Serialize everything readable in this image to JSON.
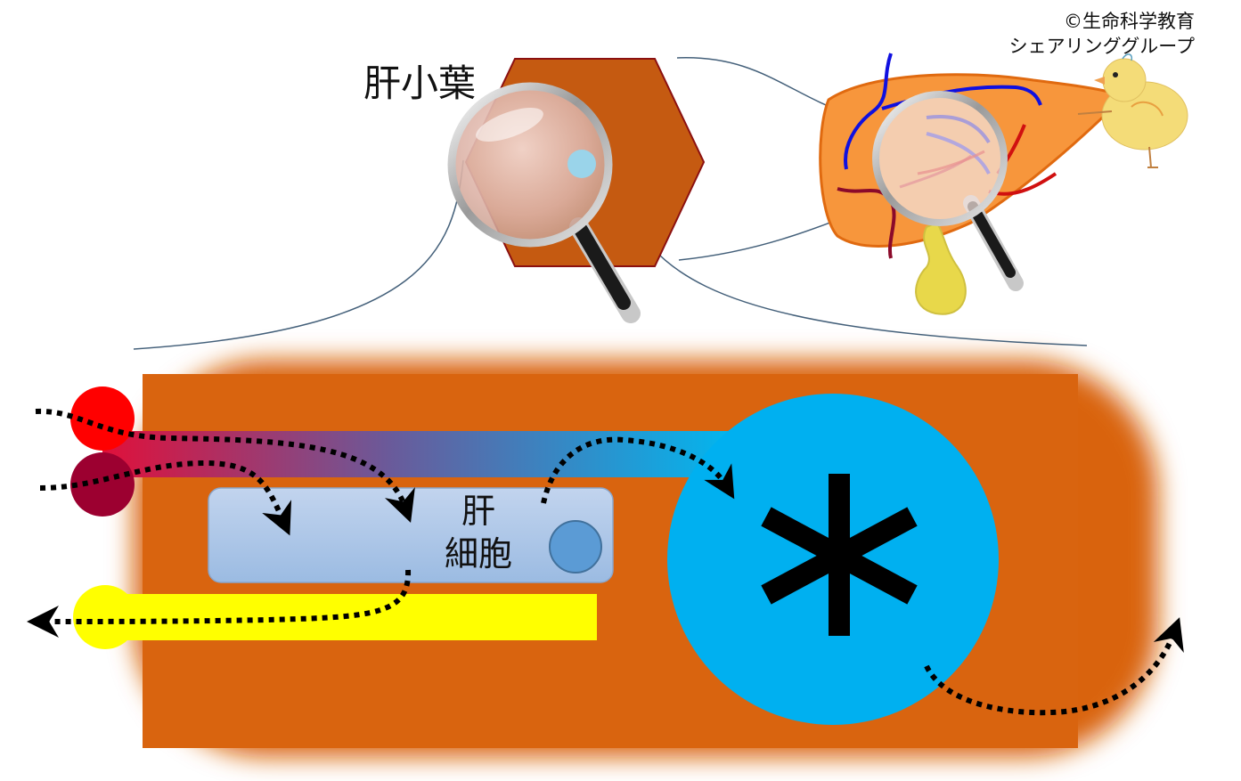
{
  "labels": {
    "lobule": "肝小葉",
    "hepatocyte_line1": "肝",
    "hepatocyte_line2": "細胞"
  },
  "credit": {
    "line1": "©生命科学教育",
    "line2": "シェアリンググループ"
  },
  "colors": {
    "lobule_hexagon": "#C55A11",
    "tissue": "#D9640F",
    "central_vein": "#00B0F0",
    "hepatic_artery": "#FF0000",
    "portal_vein": "#9C0030",
    "bile_duct": "#FFFF00",
    "hepatocyte": "#A7C4E8",
    "nucleus": "#5B9BD5",
    "liver": "#F7963C",
    "gallbladder": "#E8D84A",
    "vessel_blue": "#1010E0",
    "vessel_red": "#D01010",
    "arrow": "#000000"
  },
  "icons": {
    "magnifier": "magnifying-glass-icon",
    "chick": "chick-icon",
    "liver": "liver-icon",
    "gallbladder": "gallbladder-icon"
  }
}
